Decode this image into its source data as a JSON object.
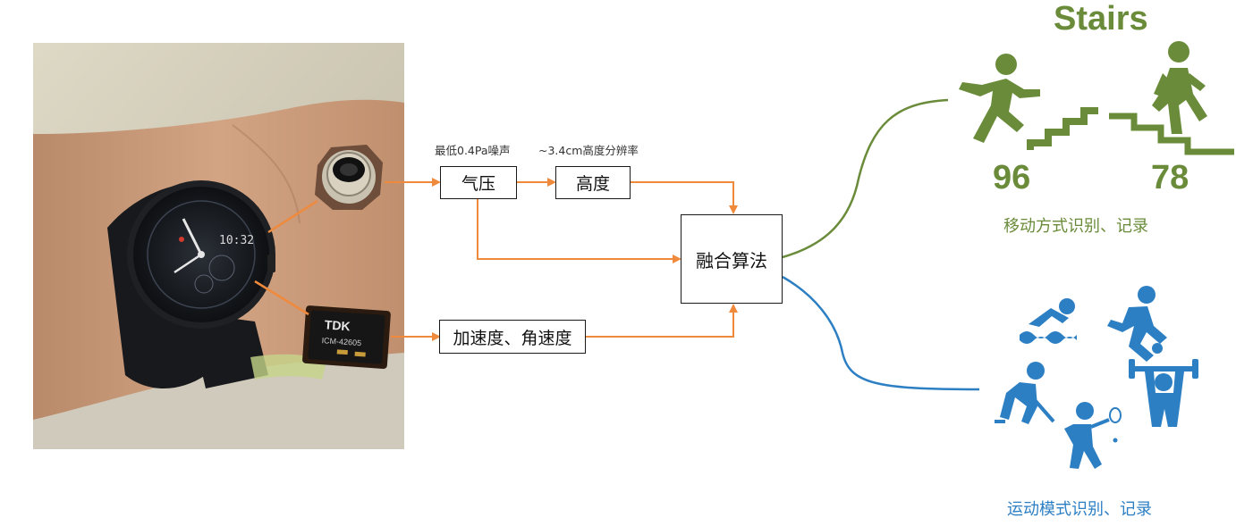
{
  "inputs": {
    "pressure_note": "最低0.4Pa噪声",
    "altitude_note": "~3.4cm高度分辨率",
    "pressure": "气压",
    "altitude": "高度",
    "imu": "加速度、角速度"
  },
  "fusion": {
    "label": "融合算法"
  },
  "stairs": {
    "title": "Stairs",
    "up_count": "96",
    "down_count": "78",
    "caption": "移动方式识别、记录"
  },
  "sports": {
    "caption": "运动模式识别、记录",
    "icons": [
      "swimmer-icon",
      "runner-icon",
      "hockey-player-icon",
      "tennis-player-icon",
      "weightlifter-icon"
    ]
  },
  "photo": {
    "watch_time": "10:32",
    "chip_brand": "TDK",
    "chip_model": "ICM-42605"
  },
  "colors": {
    "arrow_orange": "#ef8a3c",
    "stairs_green": "#6a8c3a",
    "sports_blue": "#2d7fc4"
  }
}
